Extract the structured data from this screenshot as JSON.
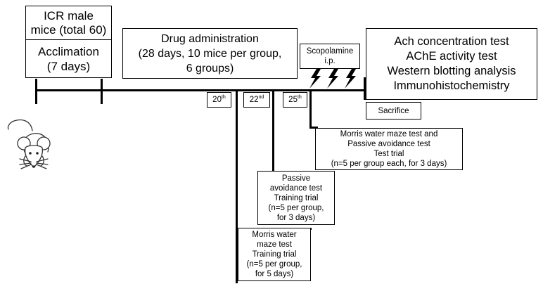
{
  "boxes": {
    "mice": {
      "line1": "ICR male",
      "line2": "mice (total 60)"
    },
    "acclimation": {
      "line1": "Acclimation",
      "line2": "(7 days)"
    },
    "drug": {
      "line1": "Drug administration",
      "line2": "(28 days, 10 mice per group,",
      "line3": "6 groups)"
    },
    "scopolamine": {
      "line1": "Scopolamine",
      "line2": "i.p."
    },
    "tests": {
      "line1": "Ach concentration test",
      "line2": "AChE activity test",
      "line3": "Western blotting analysis",
      "line4": "Immunohistochemistry"
    },
    "sacrifice": {
      "label": "Sacrifice"
    },
    "morris_test": {
      "line1": "Morris water maze test and",
      "line2": "Passive avoidance  test",
      "line3": "Test trial",
      "line4": "(n=5 per group each, for 3 days)"
    },
    "passive_training": {
      "line1": "Passive",
      "line2": "avoidance  test",
      "line3": "Training trial",
      "line4": "(n=5 per group,",
      "line5": "for 3 days)"
    },
    "morris_training": {
      "line1": "Morris water",
      "line2": "maze test",
      "line3": "Training trial",
      "line4": "(n=5 per group,",
      "line5": "for 5 days)"
    }
  },
  "day_markers": [
    {
      "num": "20",
      "suffix": "th"
    },
    {
      "num": "22",
      "suffix": "nd"
    },
    {
      "num": "25",
      "suffix": "th"
    }
  ],
  "icons": [
    "mouse-icon",
    "lightning-icon"
  ]
}
